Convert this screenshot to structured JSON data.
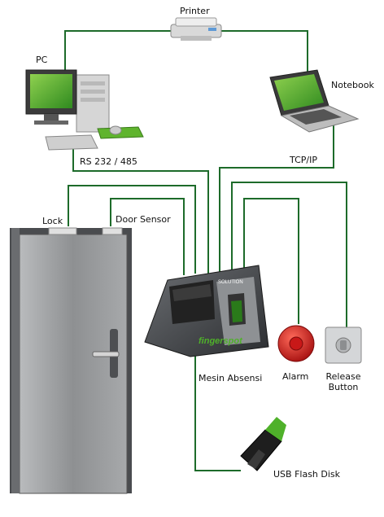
{
  "labels": {
    "printer": "Printer",
    "pc": "PC",
    "notebook": "Notebook",
    "rs232": "RS 232 / 485",
    "tcpip": "TCP/IP",
    "lock": "Lock",
    "door_sensor": "Door Sensor",
    "mesin_absensi": "Mesin Absensi",
    "alarm": "Alarm",
    "release_line1": "Release",
    "release_line2": "Button",
    "usb": "USB Flash Disk",
    "device_brand": "fingerspot",
    "device_model": "SOLUTION"
  },
  "colors": {
    "wire": "#1d6b2a",
    "screen_green": "#5fb42d",
    "door_gray": "#9a9c9e",
    "alarm_red": "#d21e1e"
  }
}
